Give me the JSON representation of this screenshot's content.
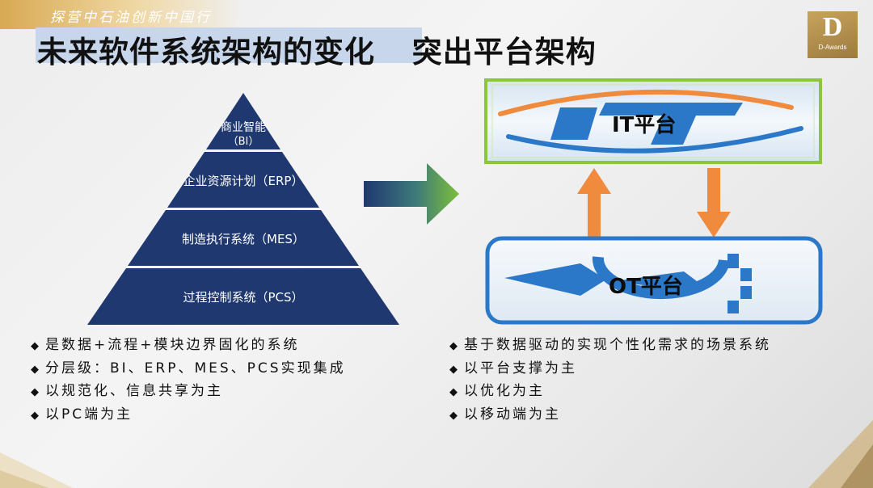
{
  "header": {
    "banner_text": "探营中石油创新中国行",
    "title_part1": "未来软件系统架构的变化",
    "title_part2": "突出平台架构"
  },
  "logo": {
    "letter": "D",
    "caption": "D-Awards"
  },
  "pyramid": {
    "levels": [
      {
        "name": "商业智能",
        "abbr": "（BI）"
      },
      {
        "name": "企业资源计划（ERP）"
      },
      {
        "name": "制造执行系统（MES）"
      },
      {
        "name": "过程控制系统（PCS）"
      }
    ]
  },
  "platforms": {
    "it_label": "IT平台",
    "ot_label": "OT平台"
  },
  "left_bullets": [
    "是数据+流程+模块边界固化的系统",
    "分层级：BI、ERP、MES、PCS实现集成",
    "以规范化、信息共享为主",
    "以PC端为主"
  ],
  "right_bullets": [
    "基于数据驱动的实现个性化需求的场景系统",
    "以平台支撑为主",
    "以优化为主",
    "以移动端为主"
  ],
  "colors": {
    "pyramid_navy": "#1f3870",
    "it_border": "#8cc63f",
    "ot_border": "#2b78c8",
    "arrow_orange": "#f08a3c",
    "center_arrow_green": "#7cbf3a",
    "title_highlight": "#c7d6ea"
  }
}
